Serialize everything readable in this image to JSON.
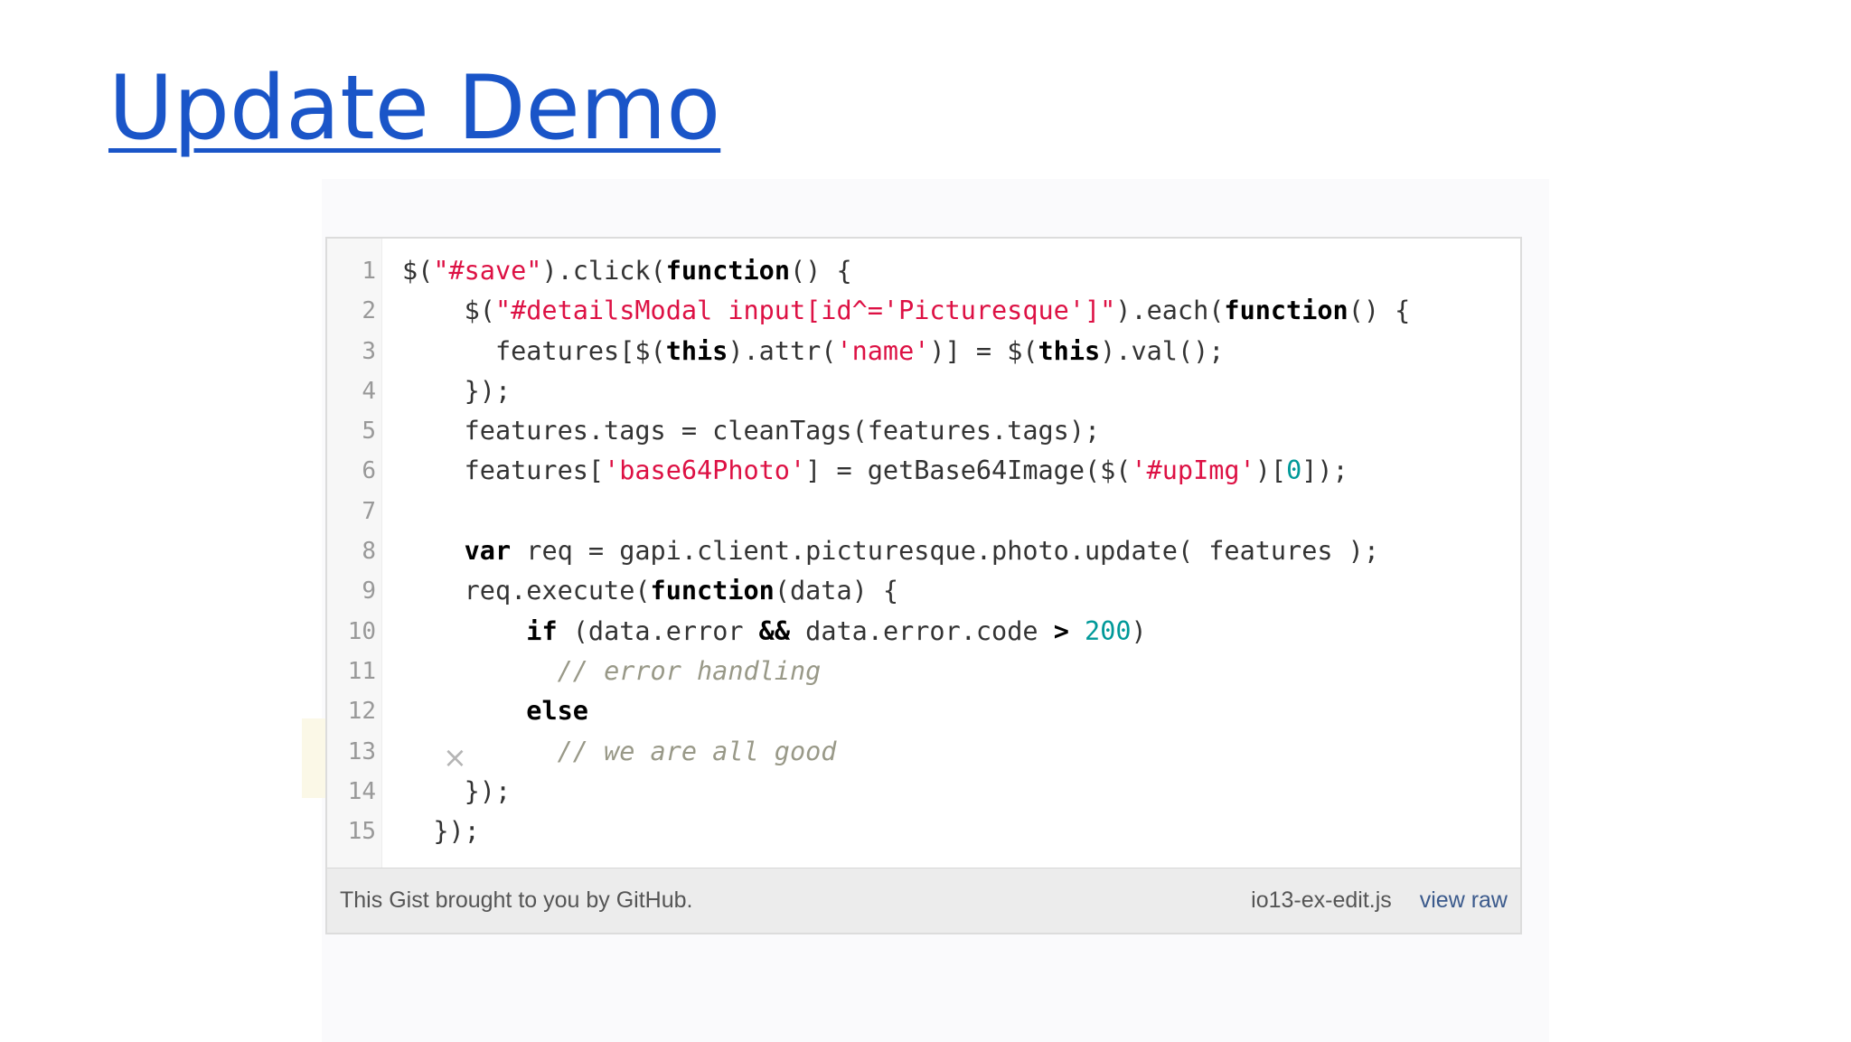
{
  "slide": {
    "title": "Update Demo"
  },
  "gist": {
    "lines": [
      {
        "num": "1",
        "tokens": [
          {
            "t": "$(",
            "c": ""
          },
          {
            "t": "\"#save\"",
            "c": "s"
          },
          {
            "t": ").click(",
            "c": ""
          },
          {
            "t": "function",
            "c": "k"
          },
          {
            "t": "() {",
            "c": ""
          }
        ]
      },
      {
        "num": "2",
        "tokens": [
          {
            "t": "    $(",
            "c": ""
          },
          {
            "t": "\"#detailsModal input[id^='Picturesque']\"",
            "c": "s"
          },
          {
            "t": ").each(",
            "c": ""
          },
          {
            "t": "function",
            "c": "k"
          },
          {
            "t": "() {",
            "c": ""
          }
        ]
      },
      {
        "num": "3",
        "tokens": [
          {
            "t": "      features[$(",
            "c": ""
          },
          {
            "t": "this",
            "c": "k"
          },
          {
            "t": ").attr(",
            "c": ""
          },
          {
            "t": "'name'",
            "c": "s"
          },
          {
            "t": ")] = $(",
            "c": ""
          },
          {
            "t": "this",
            "c": "k"
          },
          {
            "t": ").val();",
            "c": ""
          }
        ]
      },
      {
        "num": "4",
        "tokens": [
          {
            "t": "    });",
            "c": ""
          }
        ]
      },
      {
        "num": "5",
        "tokens": [
          {
            "t": "    features.tags = cleanTags(features.tags);",
            "c": ""
          }
        ]
      },
      {
        "num": "6",
        "tokens": [
          {
            "t": "    features[",
            "c": ""
          },
          {
            "t": "'base64Photo'",
            "c": "s"
          },
          {
            "t": "] = getBase64Image($(",
            "c": ""
          },
          {
            "t": "'#upImg'",
            "c": "s"
          },
          {
            "t": ")[",
            "c": ""
          },
          {
            "t": "0",
            "c": "n"
          },
          {
            "t": "]);",
            "c": ""
          }
        ]
      },
      {
        "num": "7",
        "tokens": []
      },
      {
        "num": "8",
        "tokens": [
          {
            "t": "    ",
            "c": ""
          },
          {
            "t": "var",
            "c": "k"
          },
          {
            "t": " req = gapi.client.picturesque.photo.update( features );",
            "c": ""
          }
        ]
      },
      {
        "num": "9",
        "tokens": [
          {
            "t": "    req.execute(",
            "c": ""
          },
          {
            "t": "function",
            "c": "k"
          },
          {
            "t": "(data) {",
            "c": ""
          }
        ]
      },
      {
        "num": "10",
        "tokens": [
          {
            "t": "        ",
            "c": ""
          },
          {
            "t": "if",
            "c": "k"
          },
          {
            "t": " (data.error ",
            "c": ""
          },
          {
            "t": "&&",
            "c": "k"
          },
          {
            "t": " data.error.code ",
            "c": ""
          },
          {
            "t": ">",
            "c": "k"
          },
          {
            "t": " ",
            "c": ""
          },
          {
            "t": "200",
            "c": "n"
          },
          {
            "t": ")",
            "c": ""
          }
        ]
      },
      {
        "num": "11",
        "tokens": [
          {
            "t": "          ",
            "c": ""
          },
          {
            "t": "// error handling",
            "c": "c"
          }
        ]
      },
      {
        "num": "12",
        "tokens": [
          {
            "t": "        ",
            "c": ""
          },
          {
            "t": "else",
            "c": "k"
          }
        ]
      },
      {
        "num": "13",
        "tokens": [
          {
            "t": "          ",
            "c": ""
          },
          {
            "t": "// we are all good",
            "c": "c"
          }
        ]
      },
      {
        "num": "14",
        "tokens": [
          {
            "t": "    });",
            "c": ""
          }
        ]
      },
      {
        "num": "15",
        "tokens": [
          {
            "t": "  });",
            "c": ""
          }
        ]
      }
    ],
    "dismiss_glyph": "×",
    "footer": {
      "credit_prefix": "This ",
      "credit_gist": "Gist",
      "credit_middle": " brought to you by ",
      "credit_github": "GitHub",
      "credit_suffix": ".",
      "filename": "io13-ex-edit.js",
      "view_raw": "view raw"
    }
  }
}
